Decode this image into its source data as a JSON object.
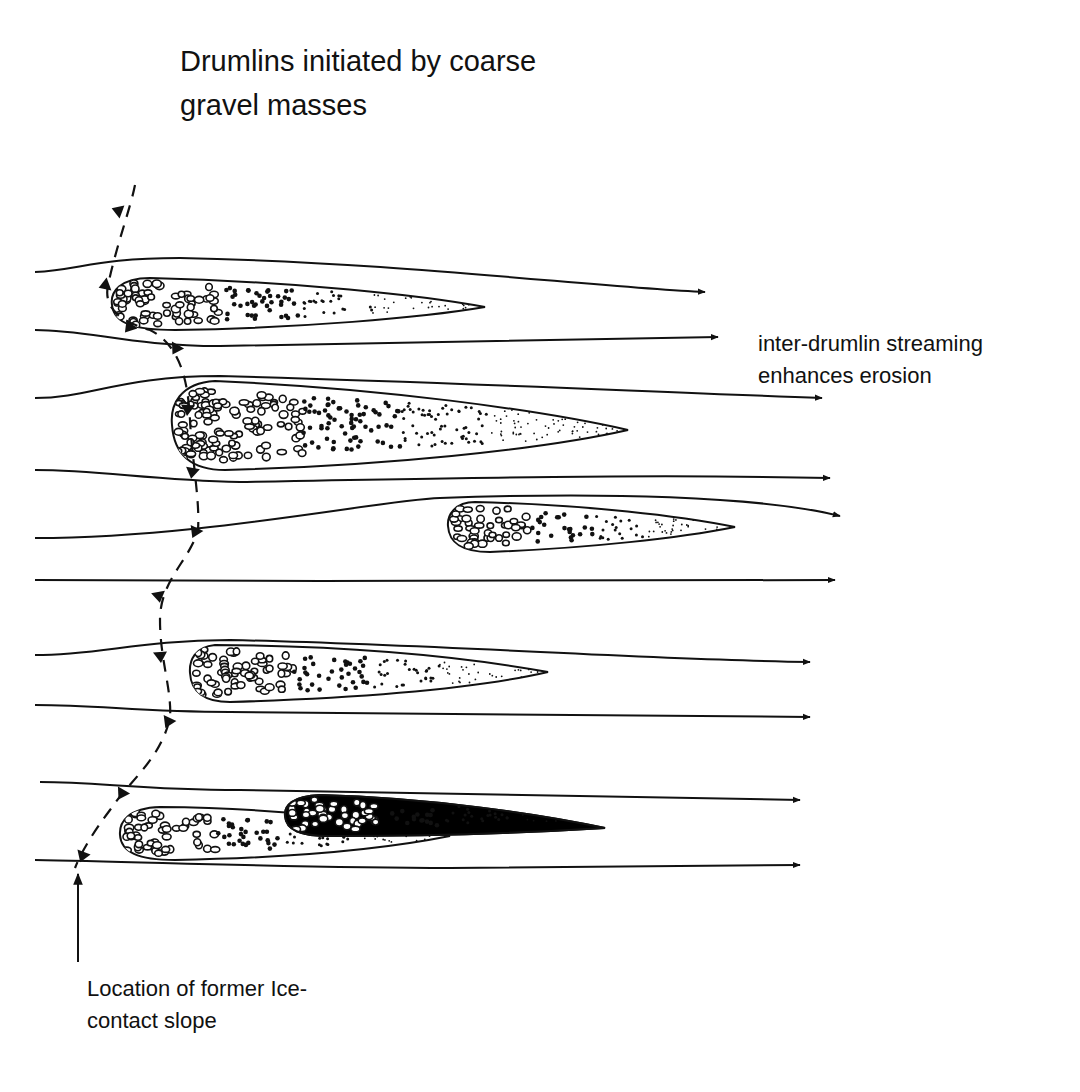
{
  "diagram": {
    "title": "Drumlins initiated by coarse gravel masses",
    "labels": [
      "inter-drumlin streaming enhances erosion",
      "Location of former Ice-contact slope"
    ]
  }
}
